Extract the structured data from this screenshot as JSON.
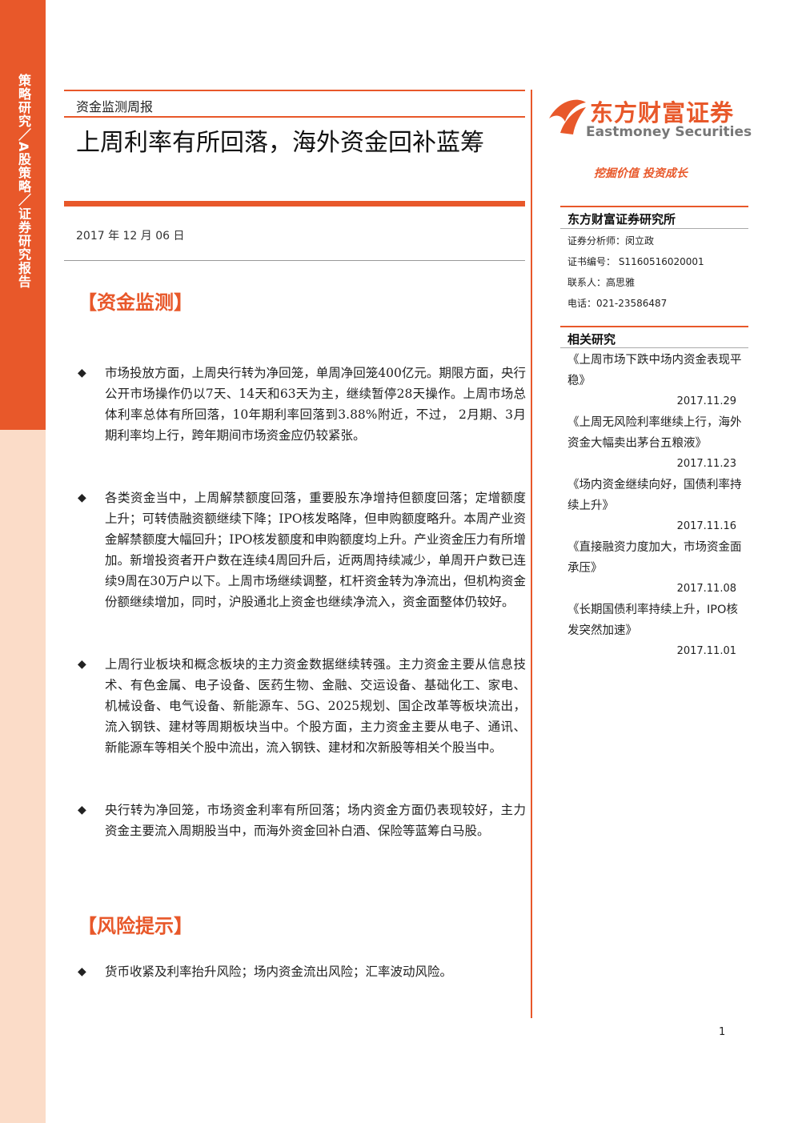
{
  "sidebar": {
    "label": "策略研究／A股策略／证券研究报告"
  },
  "header": {
    "report_type": "资金监测周报",
    "title": "上周利率有所回落，海外资金回补蓝筹",
    "date": "2017 年 12 月 06 日"
  },
  "sections": {
    "monitor_title": "【资金监测】",
    "risk_title": "【风险提示】"
  },
  "bullets": [
    "市场投放方面，上周央行转为净回笼，单周净回笼400亿元。期限方面，央行公开市场操作仍以7天、14天和63天为主，继续暂停28天操作。上周市场总体利率总体有所回落，10年期利率回落到3.88%附近，不过， 2月期、3月期利率均上行，跨年期间市场资金应仍较紧张。",
    "各类资金当中，上周解禁额度回落，重要股东净增持但额度回落；定增额度上升；可转债融资额继续下降；IPO核发略降，但申购额度略升。本周产业资金解禁额度大幅回升；IPO核发额度和申购额度均上升。产业资金压力有所增加。新增投资者开户数在连续4周回升后，近两周持续减少，单周开户数已连续9周在30万户以下。上周市场继续调整，杠杆资金转为净流出，但机构资金份额继续增加，同时，沪股通北上资金也继续净流入，资金面整体仍较好。",
    "上周行业板块和概念板块的主力资金数据继续转强。主力资金主要从信息技术、有色金属、电子设备、医药生物、金融、交运设备、基础化工、家电、机械设备、电气设备、新能源车、5G、2025规划、国企改革等板块流出，流入钢铁、建材等周期板块当中。个股方面，主力资金主要从电子、通讯、新能源车等相关个股中流出，流入钢铁、建材和次新股等相关个股当中。",
    "央行转为净回笼，市场资金利率有所回落；场内资金方面仍表现较好，主力资金主要流入周期股当中，而海外资金回补白酒、保险等蓝筹白马股。"
  ],
  "risk": "货币收紧及利率抬升风险；场内资金流出风险；汇率波动风险。",
  "bullet_mark": "◆",
  "brand": {
    "name_cn": "东方财富证券",
    "name_en": "Eastmoney Securities",
    "slogan": "挖掘价值 投资成长",
    "accent": "#e8582a"
  },
  "institute": {
    "name": "东方财富证券研究所",
    "analyst": "证券分析师：闵立政",
    "cert": "证书编号：   S1160516020001",
    "contact": "联系人：高思雅",
    "phone": "电话：021-23586487"
  },
  "related": {
    "heading": "相关研究",
    "items": [
      {
        "title": "《上周市场下跌中场内资金表现平稳》",
        "date": "2017.11.29"
      },
      {
        "title": "《上周无风险利率继续上行，海外资金大幅卖出茅台五粮液》",
        "date": "2017.11.23"
      },
      {
        "title": "《场内资金继续向好，国债利率持续上升》",
        "date": "2017.11.16"
      },
      {
        "title": "《直接融资力度加大，市场资金面承压》",
        "date": "2017.11.08"
      },
      {
        "title": "《长期国债利率持续上升，IPO核发突然加速》",
        "date": "2017.11.01"
      }
    ]
  },
  "page_number": "1"
}
